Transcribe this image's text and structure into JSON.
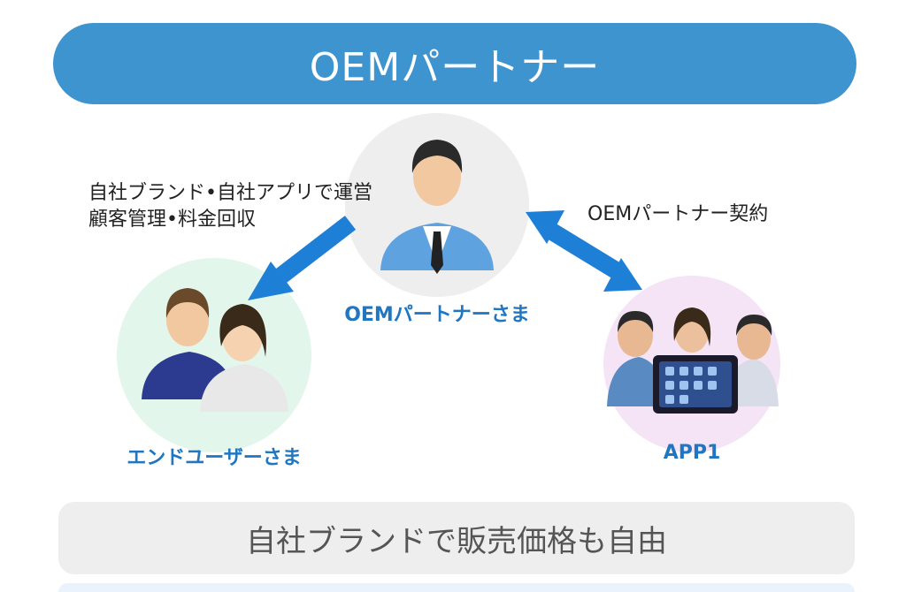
{
  "banner": {
    "title": "OEMパートナー"
  },
  "diagram": {
    "left_note": {
      "line1": "自社ブランド•自社アプリで運営",
      "line2": "顧客管理•料金回収"
    },
    "right_note": "OEMパートナー契約",
    "nodes": {
      "partner": "OEMパートナーさま",
      "end_user": "エンドユーザーさま",
      "app": "APP1"
    },
    "colors": {
      "banner": "#3d94cf",
      "arrow": "#1e7fd6",
      "partner_circle": "#eeeeee",
      "end_user_circle": "#e3f6ec",
      "app_circle": "#f4e4f6",
      "node_label": "#2176c2"
    }
  },
  "footer": {
    "text": "自社ブランドで販売価格も自由"
  }
}
